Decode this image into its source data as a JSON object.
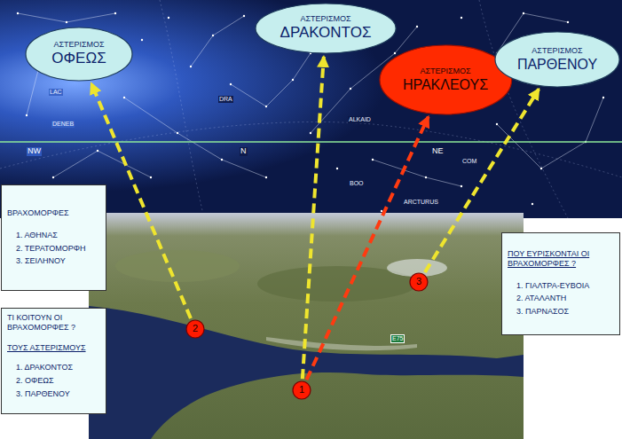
{
  "diagram": {
    "nodes": [
      {
        "text": [
          "ΑΣΤΕΡΙΣΜΟΣ",
          "ΟΦΕΩΣ"
        ]
      },
      {
        "text": [
          "ΑΣΤΕΡΙΣΜΟΣ",
          "ΔΡΑΚΟΝΤΟΣ"
        ]
      },
      {
        "text": [
          "ΑΣΤΕΡΙΣΜΟΣ",
          "ΗΡΑΚΛΕΟΥΣ"
        ]
      },
      {
        "text": [
          "ΑΣΤΕΡΙΣΜΟΣ",
          "ΠΑΡΘΕΝΟΥ"
        ]
      },
      {
        "text": [
          "ΒΡΑΧΟΜΟΡΦΕΣ",
          "1. ΑΘΗΝΑΣ",
          "2. ΤΕΡΑΤΟΜΟΡΦΗ",
          "3. ΣΕΙΛΗΝΟΥ"
        ]
      },
      {
        "text": [
          "ΠΟΥ ΕΥΡΙΣΚΟΝΤΑΙ ΟΙ ΒΡΑΧΟΜΟΡΦΕΣ ?",
          "1. ΓΙΑΛΤΡΑ-ΕΥΒΟΙΑ",
          "2. ΑΤΑΛΑΝΤΗ",
          "3. ΠΑΡΝΑΣΟΣ"
        ]
      },
      {
        "text": [
          "3"
        ]
      },
      {
        "text": [
          "2"
        ]
      },
      {
        "text": [
          "ΤΙ ΚΟΙΤΟΥΝ ΟΙ ΒΡΑΧΟΜΟΡΦΕΣ ?",
          "ΤΟΥΣ ΑΣΤΕΡΙΣΜΟΥΣ",
          "1. ΔΡΑΚΟΝΤΟΣ",
          "2. ΟΦΕΩΣ",
          "3. ΠΑΡΘΕΝΟΥ"
        ]
      },
      {
        "text": [
          "1"
        ]
      }
    ],
    "edges": [
      {
        "from": 7,
        "to": 0,
        "arrow": "to"
      },
      {
        "from": 9,
        "to": 1,
        "arrow": "to"
      },
      {
        "from": 9,
        "to": 2,
        "arrow": "to"
      },
      {
        "from": 6,
        "to": 3,
        "arrow": "to"
      }
    ],
    "labels": [
      "LAC",
      "DENEB",
      "NW",
      "DRA",
      "N",
      "ALKAID",
      "NE",
      "COM",
      "BOO",
      "ARCTURUS",
      "E75"
    ]
  }
}
